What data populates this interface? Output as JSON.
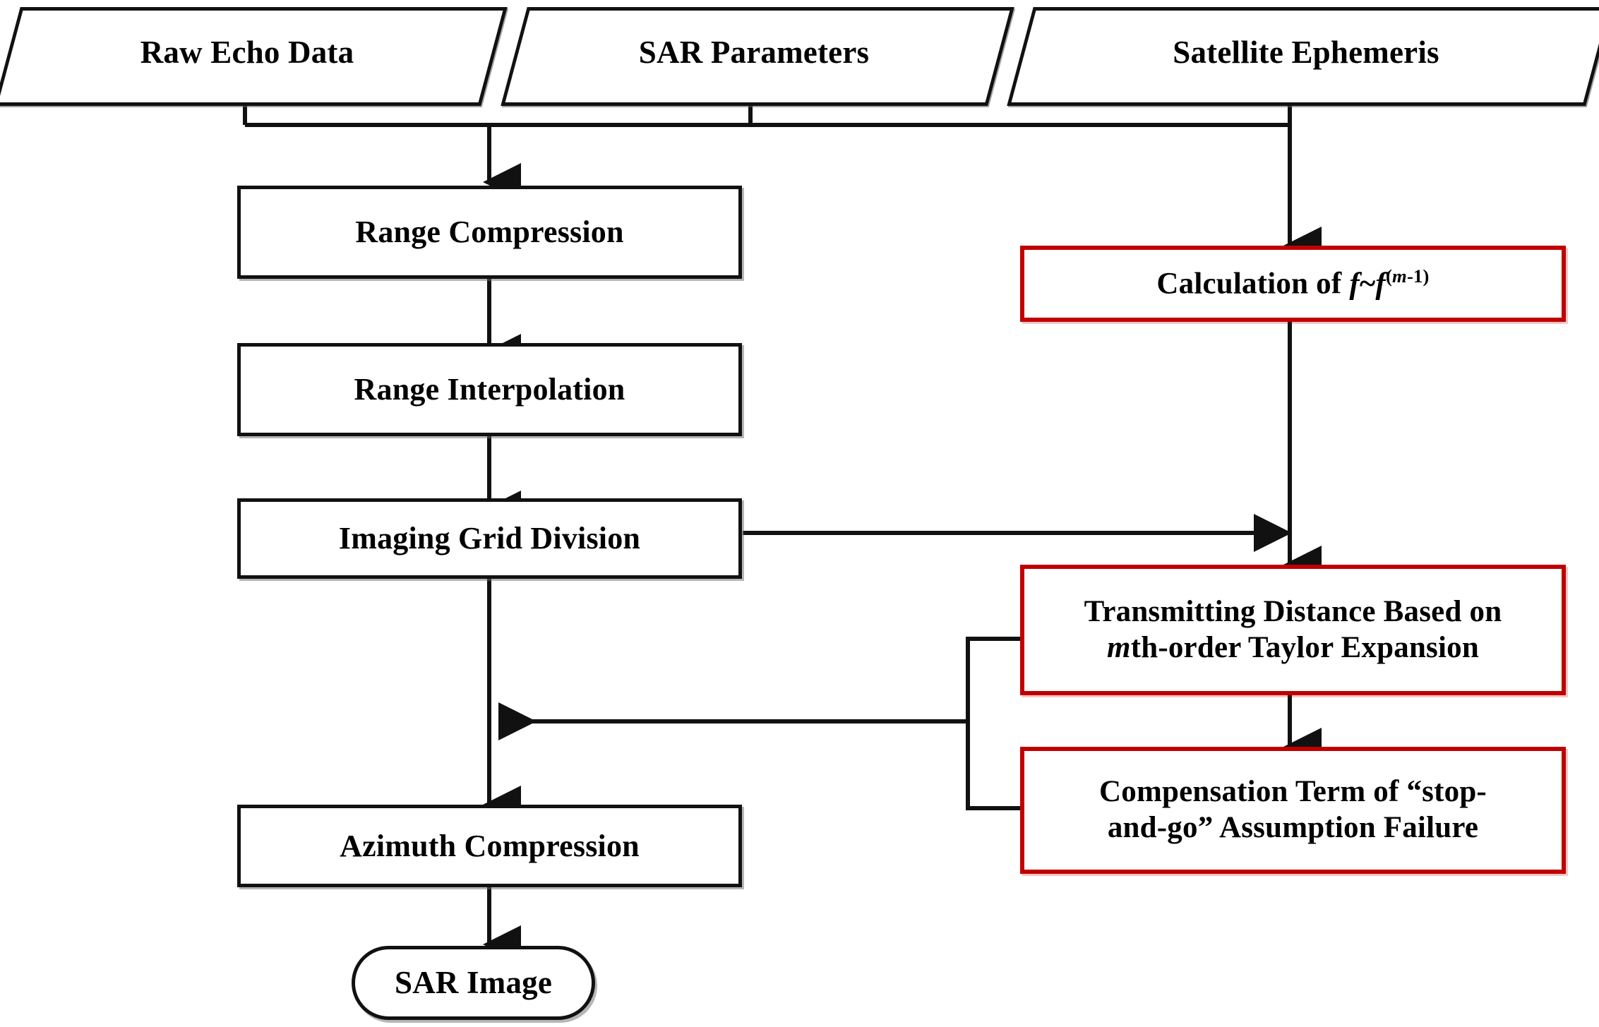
{
  "diagram": {
    "title": "SAR imaging processing flowchart",
    "accent_red": "#C00000",
    "line_color": "#111111",
    "background": "#FFFFFF"
  },
  "inputs": [
    {
      "id": "raw-echo-data",
      "label": "Raw Echo Data"
    },
    {
      "id": "sar-parameters",
      "label": "SAR Parameters"
    },
    {
      "id": "satellite-ephemeris",
      "label": "Satellite Ephemeris"
    }
  ],
  "process_chain": [
    {
      "id": "range-compression",
      "label": "Range Compression"
    },
    {
      "id": "range-interpolation",
      "label": "Range Interpolation"
    },
    {
      "id": "imaging-grid-division",
      "label": "Imaging Grid Division"
    },
    {
      "id": "azimuth-compression",
      "label": "Azimuth Compression"
    }
  ],
  "highlighted": {
    "calculation": {
      "id": "calculation-of-f",
      "label_prefix": "Calculation of ",
      "symbol_f1": "f",
      "tilde": "~",
      "symbol_f2": "f",
      "superscript_open": "(",
      "superscript_m": "m",
      "superscript_rest": "-1)",
      "plain_label": "Calculation of f~f(m-1)"
    },
    "transmitting_distance": {
      "id": "transmitting-distance",
      "line1": "Transmitting Distance Based on",
      "line2_italic": "m",
      "line2_rest": "th-order Taylor Expansion",
      "plain_label": "Transmitting Distance Based on mth-order Taylor Expansion"
    },
    "compensation_term": {
      "id": "compensation-term",
      "line1": "Compensation Term of “stop-",
      "line2": "and-go”  Assumption Failure",
      "plain_label": "Compensation Term of “stop-and-go” Assumption Failure"
    }
  },
  "output": {
    "id": "sar-image",
    "label": "SAR Image"
  }
}
